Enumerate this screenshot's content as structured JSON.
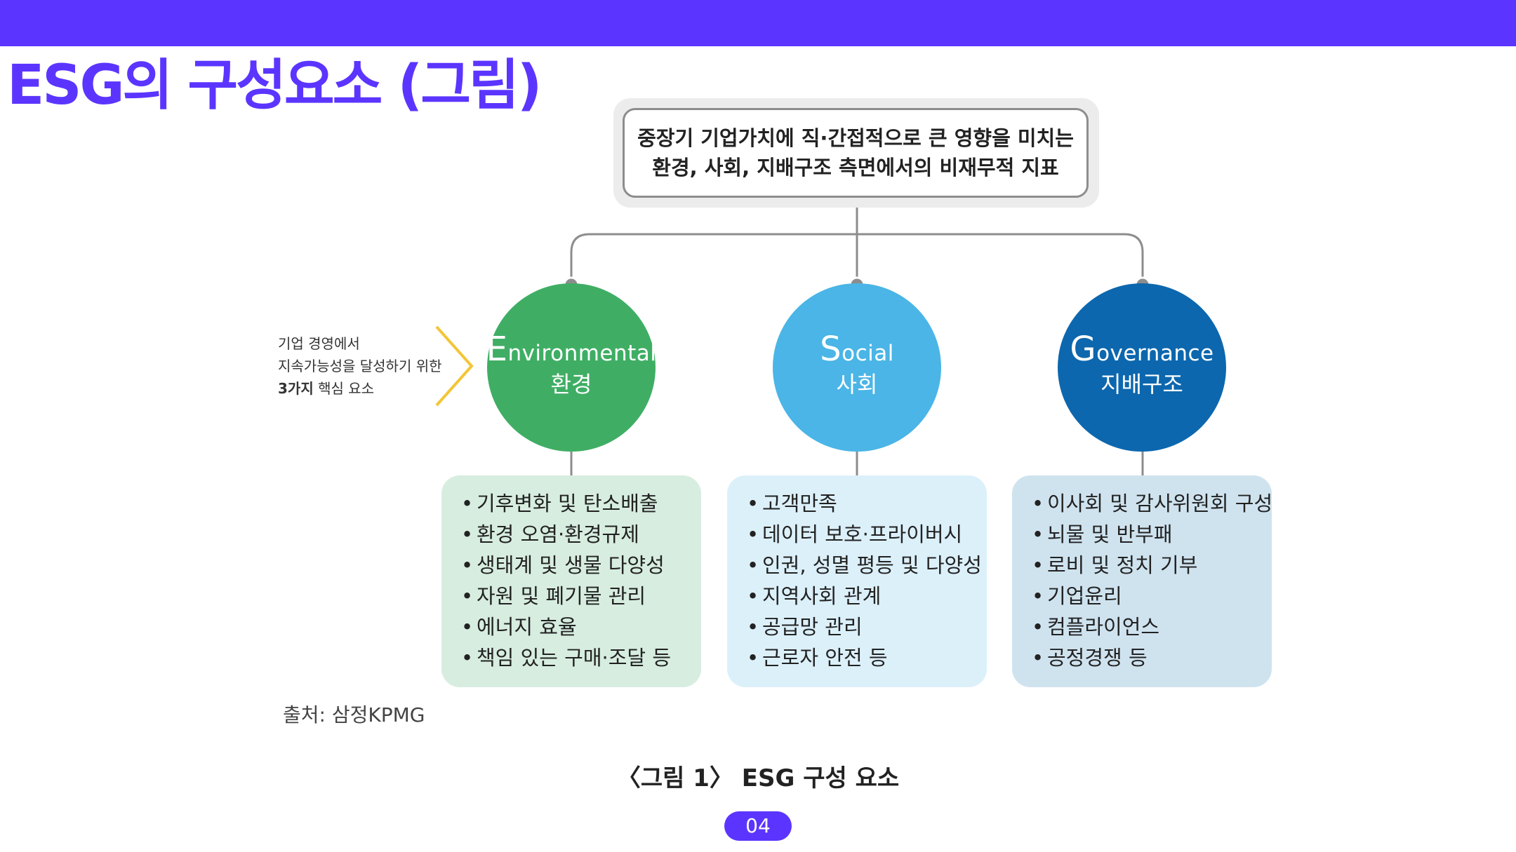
{
  "page_title": "ESG의 구성요소 (그림)",
  "definition": {
    "line1": "중장기 기업가치에 직·간접적으로 큰 영향을 미치는",
    "line2": "환경, 사회, 지배구조 측면에서의 비재무적 지표"
  },
  "side_note": {
    "line1": "기업 경영에서",
    "line2": "지속가능성을 달성하기 위한",
    "line3_bold": "3가지",
    "line3_rest": " 핵심 요소"
  },
  "pillars": [
    {
      "en_cap": "E",
      "en_rest": "nvironmental",
      "ko": "환경",
      "items": [
        "기후변화 및 탄소배출",
        "환경 오염·환경규제",
        "생태계 및 생물 다양성",
        "자원 및 폐기물 관리",
        "에너지 효율",
        "책임 있는 구매·조달 등"
      ]
    },
    {
      "en_cap": "S",
      "en_rest": "ocial",
      "ko": "사회",
      "items": [
        "고객만족",
        "데이터 보호·프라이버시",
        "인권, 성멸 평등 및 다양성",
        "지역사회 관계",
        "공급망 관리",
        "근로자 안전 등"
      ]
    },
    {
      "en_cap": "G",
      "en_rest": "overnance",
      "ko": "지배구조",
      "items": [
        "이사회 및 감사위원회 구성",
        "뇌물 및 반부패",
        "로비 및 정치 기부",
        "기업윤리",
        "컴플라이언스",
        "공정경쟁 등"
      ]
    }
  ],
  "bullet": "•",
  "source": "출처: 삼정KPMG",
  "caption": "〈그림 1〉 ESG 구성 요소",
  "page_number": "04",
  "colors": {
    "brand": "#5b35ff",
    "environmental": "#3fae64",
    "social": "#4ab5e6",
    "governance": "#0c67ae",
    "arrow": "#f3c537"
  }
}
